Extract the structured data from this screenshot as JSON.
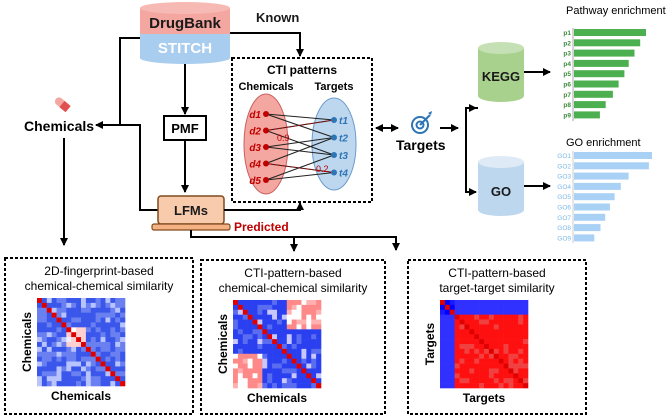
{
  "sources": {
    "drugbank": "DrugBank",
    "stitch": "STITCH",
    "known_label": "Known",
    "predicted_label": "Predicted"
  },
  "methods": {
    "pmf": "PMF",
    "lfms": "LFMs"
  },
  "chemicals_label": "Chemicals",
  "targets_label": "Targets",
  "cti": {
    "title": "CTI patterns",
    "col_chemicals": "Chemicals",
    "col_targets": "Targets",
    "chemicals": [
      "d1",
      "d2",
      "d3",
      "d4",
      "d5"
    ],
    "targets": [
      "t1",
      "t2",
      "t3",
      "t4"
    ],
    "weight_high": "0.9",
    "weight_low": "0.2"
  },
  "databases": {
    "kegg": "KEGG",
    "go": "GO"
  },
  "pathway": {
    "title": "Pathway enrichment",
    "items": [
      {
        "label": "p1",
        "value": 1.0
      },
      {
        "label": "p2",
        "value": 0.92
      },
      {
        "label": "p3",
        "value": 0.84
      },
      {
        "label": "p4",
        "value": 0.76
      },
      {
        "label": "p5",
        "value": 0.7
      },
      {
        "label": "p6",
        "value": 0.62
      },
      {
        "label": "p7",
        "value": 0.54
      },
      {
        "label": "p8",
        "value": 0.44
      },
      {
        "label": "p9",
        "value": 0.36
      }
    ]
  },
  "go_enrichment": {
    "title": "GO enrichment",
    "items": [
      {
        "label": "GO1",
        "value": 1.0
      },
      {
        "label": "GO2",
        "value": 0.96
      },
      {
        "label": "GO3",
        "value": 0.7
      },
      {
        "label": "GO4",
        "value": 0.6
      },
      {
        "label": "GO5",
        "value": 0.52
      },
      {
        "label": "GO6",
        "value": 0.46
      },
      {
        "label": "GO7",
        "value": 0.4
      },
      {
        "label": "GO8",
        "value": 0.34
      },
      {
        "label": "GO9",
        "value": 0.26
      }
    ]
  },
  "panels": [
    {
      "title1": "2D-fingerprint-based",
      "title2": "chemical-chemical similarity",
      "ylabel": "Chemicals",
      "xlabel": "Chemicals"
    },
    {
      "title1": "CTI-pattern-based",
      "title2": "chemical-chemical similarity",
      "ylabel": "Chemicals",
      "xlabel": "Chemicals"
    },
    {
      "title1": "CTI-pattern-based",
      "title2": "target-target similarity",
      "ylabel": "Targets",
      "xlabel": "Targets"
    }
  ],
  "colors": {
    "drugbank": "#f4a7a0",
    "stitch": "#a9cdef",
    "kegg": "#a9d18e",
    "go": "#bdd7ee",
    "pathway_bar": "#4caf50",
    "go_bar": "#a9d0f5",
    "predicted": "#c00000",
    "lfm": "#f8cbad"
  }
}
